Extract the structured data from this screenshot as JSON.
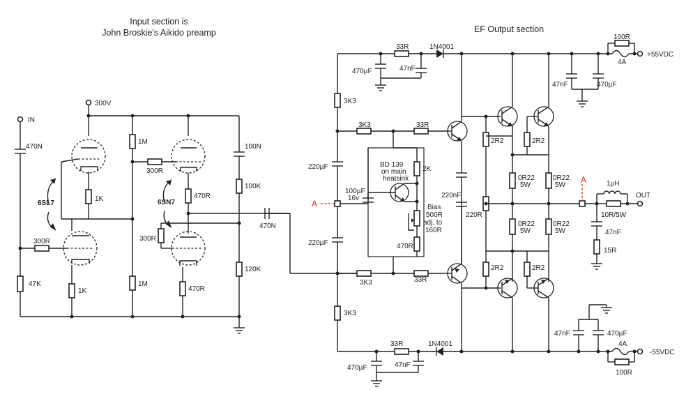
{
  "titles": {
    "input_line1": "Input section is",
    "input_line2": "John Broskie's Aikido preamp",
    "output": "EF Output section"
  },
  "input": {
    "in": "IN",
    "b300v": "300V",
    "c470n_in": "470N",
    "r1m_a": "1M",
    "c100n": "100N",
    "r300_mid": "300R",
    "r100k": "100K",
    "t6sl7": "6SL7",
    "t6sn7": "6SN7",
    "r1k_a": "1K",
    "r470_a": "470R",
    "r300_in": "300R",
    "r300_b": "300R",
    "r47k": "47K",
    "r1k_b": "1K",
    "r1m_b": "1M",
    "r470_b": "470R",
    "r120k": "120K",
    "c470n_out": "470N"
  },
  "output": {
    "r33_top": "33R",
    "d_top": "1N4001",
    "c470u_tl": "470µF",
    "c47n_tl": "47nF",
    "r3k3_a": "3K3",
    "r3k3_b": "3K3",
    "r33_b": "33R",
    "c220u_a": "220µF",
    "bd139_1": "BD 139",
    "bd139_2": "on main",
    "bd139_3": "heatsink",
    "r2k": "2K",
    "c100u_1": "100µF",
    "c100u_2": "16v",
    "a_left": "A",
    "bias1": "Bias",
    "bias2": "500R",
    "bias3": "adj. to",
    "bias4": "160R",
    "r470_bias": "470R",
    "c220u_b": "220µF",
    "r3k3_c": "3K3",
    "r33_c": "33R",
    "r3k3_d": "3K3",
    "c220n": "220nF",
    "r220": "220R",
    "r2r2_a": "2R2",
    "r2r2_b": "2R2",
    "r2r2_c": "2R2",
    "r2r2_d": "2R2",
    "r0r22_a1": "0R22",
    "r0r22_a2": "5W",
    "r0r22_b1": "0R22",
    "r0r22_b2": "5W",
    "r0r22_c1": "0R22",
    "r0r22_c2": "5W",
    "r0r22_d1": "0R22",
    "r0r22_d2": "5W",
    "r100_top": "100R",
    "f4a_top": "4A",
    "vpos": "+55VDC",
    "c47n_tr": "47nF",
    "c470u_tr": "470µF",
    "a_right": "A",
    "l1u": "1µH",
    "out": "OUT",
    "r10": "10R/5W",
    "c47n_z": "47nF",
    "r15": "15R",
    "c47n_br": "47nF",
    "c470u_br": "470µF",
    "f4a_bot": "4A",
    "vneg": "-55VDC",
    "r100_bot": "100R",
    "r33_bot": "33R",
    "d_bot": "1N4001",
    "c470u_bl": "470µF",
    "c47n_bl": "47nF"
  }
}
